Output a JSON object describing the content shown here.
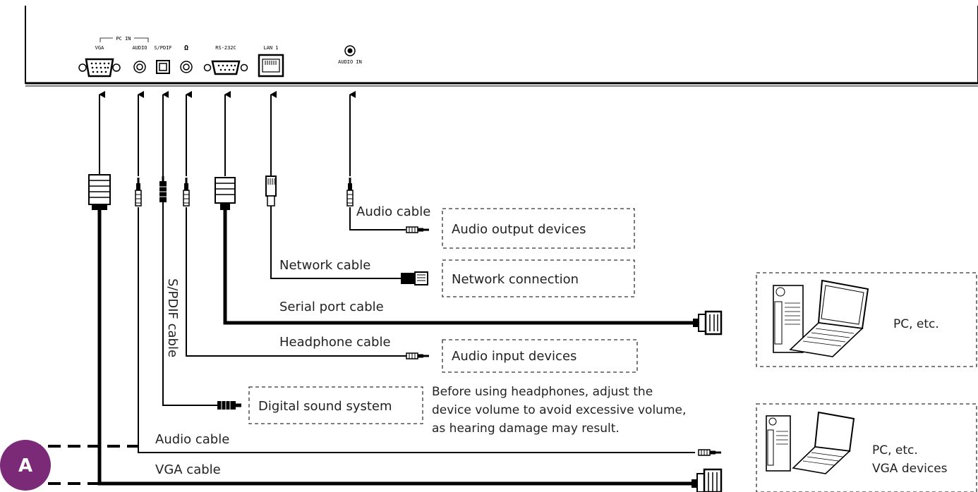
{
  "panel": {
    "ports": {
      "pc_in": "PC IN",
      "vga": "VGA",
      "audio": "AUDIO",
      "spdif": "S/PDIF",
      "headphone": "Ω",
      "rs232c": "RS-232C",
      "lan1": "LAN 1",
      "audio_in": "AUDIO IN"
    }
  },
  "cables": {
    "audio_cable_top": "Audio cable",
    "network_cable": "Network cable",
    "serial_port_cable": "Serial port cable",
    "headphone_cable": "Headphone cable",
    "spdif_cable": "S/PDIF cable",
    "audio_cable_bottom": "Audio cable",
    "vga_cable": "VGA cable"
  },
  "devices": {
    "audio_output": "Audio output devices",
    "network_connection": "Network connection",
    "audio_input": "Audio input devices",
    "digital_sound": "Digital sound system",
    "pc_top": "PC, etc.",
    "pc_bottom_line1": "PC, etc.",
    "pc_bottom_line2": "VGA devices"
  },
  "note": {
    "line1": "Before using headphones, adjust the",
    "line2": "device volume to avoid excessive volume,",
    "line3": "as hearing damage may result."
  },
  "badge": {
    "label": "A"
  },
  "colors": {
    "badge": "#7b2a78",
    "line": "#000000"
  }
}
